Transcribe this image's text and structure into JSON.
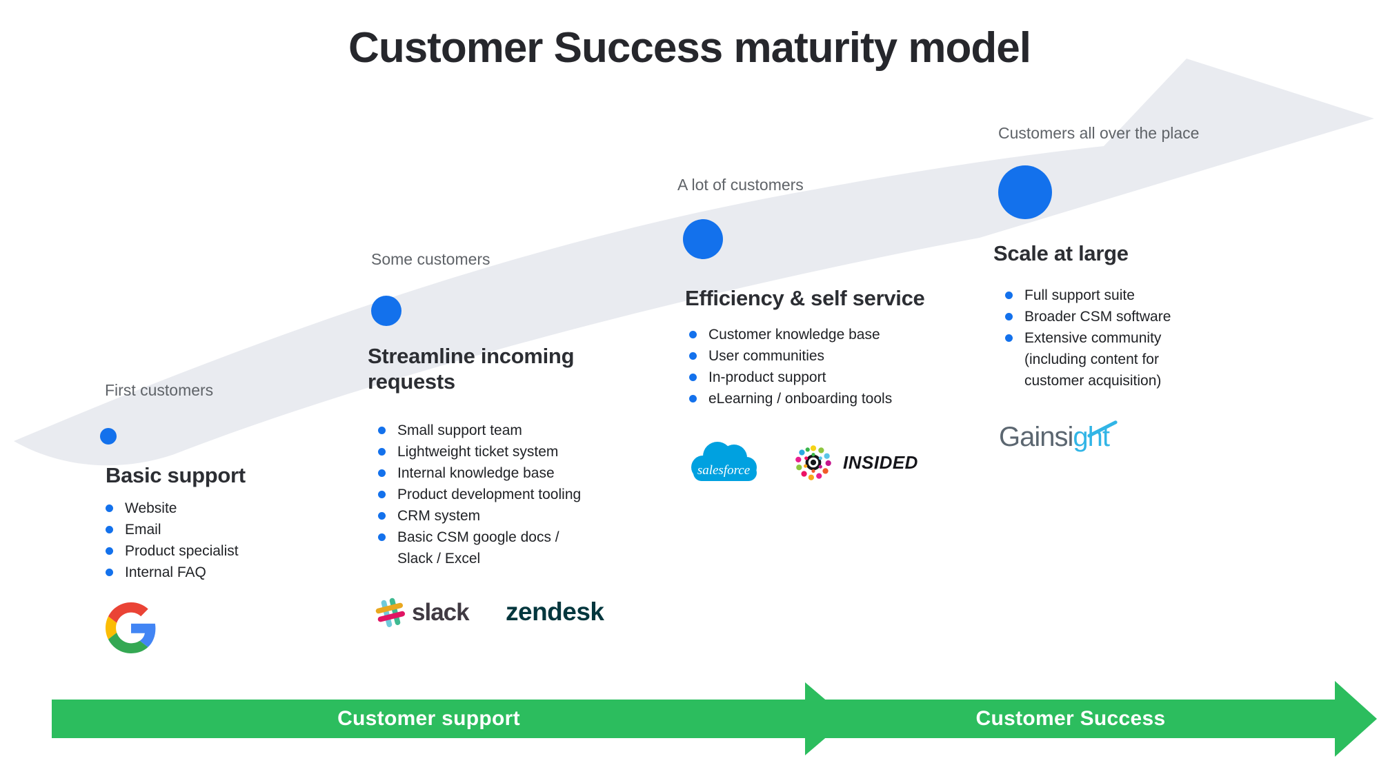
{
  "title": "Customer Success maturity model",
  "stages": [
    {
      "label": "First customers",
      "heading": "Basic support",
      "bullets": [
        "Website",
        "Email",
        "Product specialist",
        "Internal FAQ"
      ]
    },
    {
      "label": "Some customers",
      "heading": "Streamline incoming requests",
      "bullets": [
        "Small support team",
        "Lightweight ticket system",
        "Internal knowledge base",
        "Product development tooling",
        "CRM system",
        "Basic CSM google docs / Slack / Excel"
      ]
    },
    {
      "label": "A lot of customers",
      "heading": "Efficiency & self service",
      "bullets": [
        "Customer knowledge base",
        "User communities",
        "In-product support",
        "eLearning / onboarding tools"
      ]
    },
    {
      "label": "Customers all over the place",
      "heading": "Scale at large",
      "bullets": [
        "Full support suite",
        "Broader CSM software",
        "Extensive community (including content for customer acquisition)"
      ]
    }
  ],
  "logos": {
    "google": "Google G logo",
    "slack": "slack",
    "zendesk": "zendesk",
    "salesforce": "salesforce",
    "insided": "INSIDED",
    "gainsight_gray": "Gainsi",
    "gainsight_blue": "ght"
  },
  "bottom_arrows": {
    "support_label": "Customer support",
    "success_label": "Customer Success"
  },
  "colors": {
    "accent_blue": "#1371ec",
    "arrow_green": "#2cbd5e",
    "swoosh_gray": "#e9ebf0",
    "label_gray": "#5f6368",
    "heading_dark": "#2c2e33",
    "body_text": "#202226",
    "title_dark": "#26272c",
    "zendesk_teal": "#03363d",
    "slack_charcoal": "#403a42",
    "salesforce_blue": "#00a1e0",
    "gainsight_gray": "#5b6670",
    "gainsight_cyan": "#31b5e6",
    "insided_black": "#15151a",
    "google_blue": "#4285F4",
    "google_red": "#EA4335",
    "google_yellow": "#FBBC05",
    "google_green": "#34A853",
    "slack_cyan": "#70CADB",
    "slack_yellow": "#E9A820",
    "slack_pink": "#E01563",
    "slack_green": "#3EB991"
  }
}
